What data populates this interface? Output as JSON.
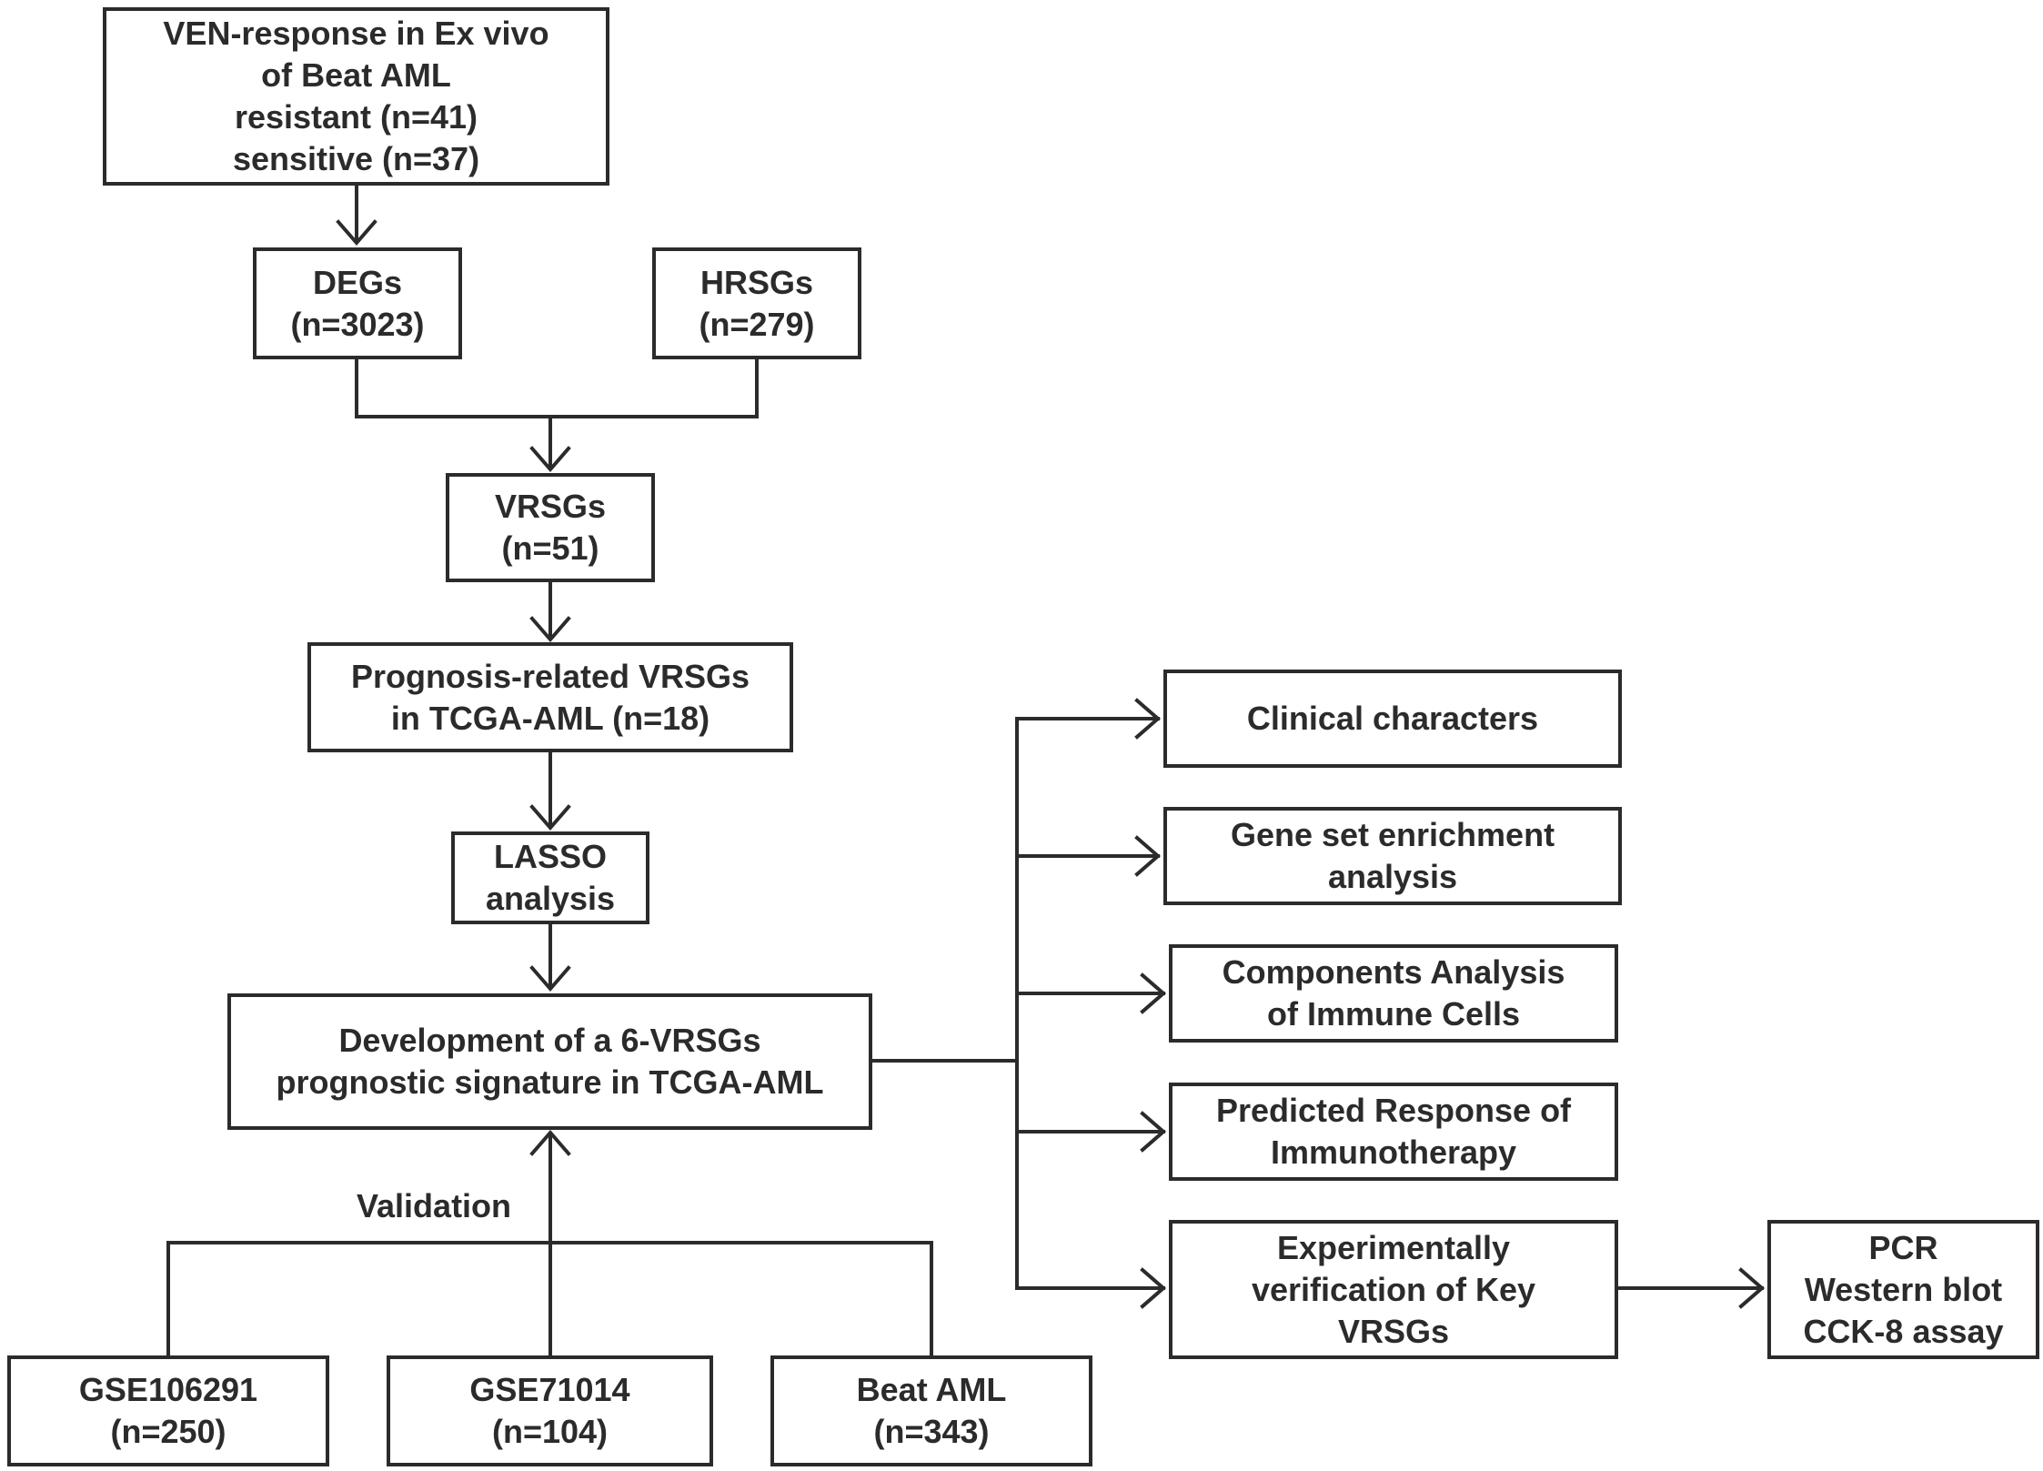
{
  "nodes": {
    "ven_response": [
      "VEN-response in Ex vivo",
      "of Beat AML",
      "resistant (n=41)",
      "sensitive (n=37)"
    ],
    "degs": [
      "DEGs",
      "(n=3023)"
    ],
    "hrsgs": [
      "HRSGs",
      "(n=279)"
    ],
    "vrsgs": [
      "VRSGs",
      "(n=51)"
    ],
    "prognosis": [
      "Prognosis-related VRSGs",
      "in TCGA-AML (n=18)"
    ],
    "lasso": [
      "LASSO",
      "analysis"
    ],
    "development": [
      "Development of a 6-VRSGs",
      "prognostic signature in TCGA-AML"
    ],
    "clinical": [
      "Clinical characters"
    ],
    "gsea": [
      "Gene set enrichment",
      "analysis"
    ],
    "immune_cells": [
      "Components Analysis",
      "of Immune Cells"
    ],
    "immunotherapy": [
      "Predicted Response of",
      "Immunotherapy"
    ],
    "experimental": [
      "Experimentally",
      "verification of  Key",
      "VRSGs"
    ],
    "assays": [
      "PCR",
      "Western blot",
      "CCK-8 assay"
    ],
    "gse106291": [
      "GSE106291",
      "(n=250)"
    ],
    "gse71014": [
      "GSE71014",
      "(n=104)"
    ],
    "beat_aml": [
      "Beat AML",
      "(n=343)"
    ]
  },
  "labels": {
    "validation": "Validation"
  },
  "colors": {
    "line": "#2b2b2b",
    "background": "#ffffff"
  }
}
